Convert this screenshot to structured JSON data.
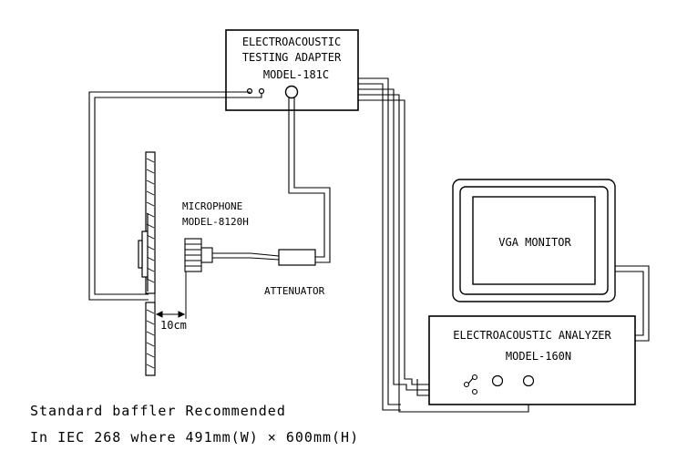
{
  "adapter": {
    "line1": "ELECTROACOUSTIC",
    "line2": "TESTING ADAPTER",
    "line3": "MODEL-181C"
  },
  "analyzer": {
    "line1": "ELECTROACOUSTIC  ANALYZER",
    "line2": "MODEL-160N"
  },
  "monitor": {
    "label": "VGA  MONITOR"
  },
  "microphone": {
    "line1": "MICROPHONE",
    "line2": "MODEL-8120H"
  },
  "attenuator": {
    "label": "ATTENUATOR"
  },
  "distance": {
    "label": "10cm"
  },
  "note": {
    "line1": "Standard baffler Recommended",
    "line2": "In IEC 268  where 491mm(W) × 600mm(H)"
  }
}
